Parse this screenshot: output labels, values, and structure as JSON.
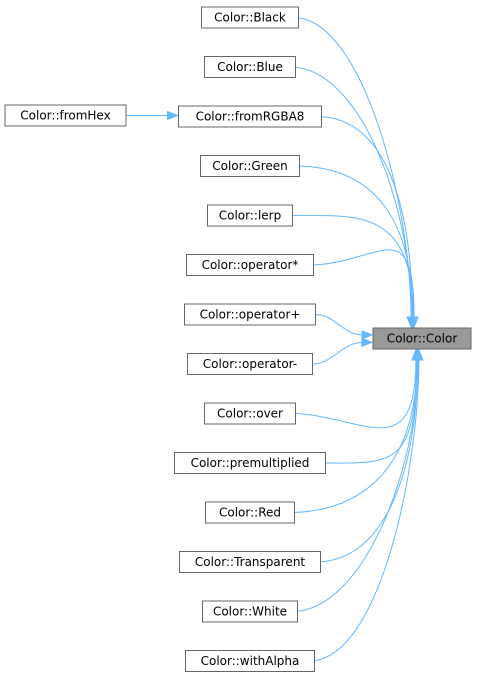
{
  "diagram": {
    "target": "Color::Color",
    "callers": [
      "Color::Black",
      "Color::Blue",
      "Color::fromRGBA8",
      "Color::Green",
      "Color::lerp",
      "Color::operator*",
      "Color::operator+",
      "Color::operator-",
      "Color::over",
      "Color::premultiplied",
      "Color::Red",
      "Color::Transparent",
      "Color::White",
      "Color::withAlpha"
    ],
    "extra": {
      "from": "Color::fromHex",
      "to": "Color::fromRGBA8"
    },
    "colors": {
      "edge": "#63b8ff",
      "node_border": "#666666",
      "target_fill": "#999999"
    }
  }
}
